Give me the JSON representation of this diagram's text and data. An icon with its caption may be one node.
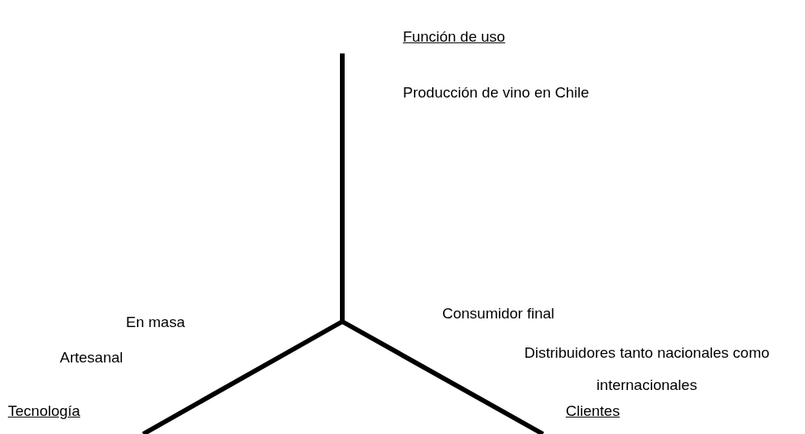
{
  "diagram": {
    "labels": [
      "Función de uso",
      "Producción de vino en Chile",
      "En masa",
      "Consumidor final",
      "Artesanal",
      "Distribuidores tanto nacionales como internacionales",
      "Tecnología",
      "Clientes"
    ]
  }
}
